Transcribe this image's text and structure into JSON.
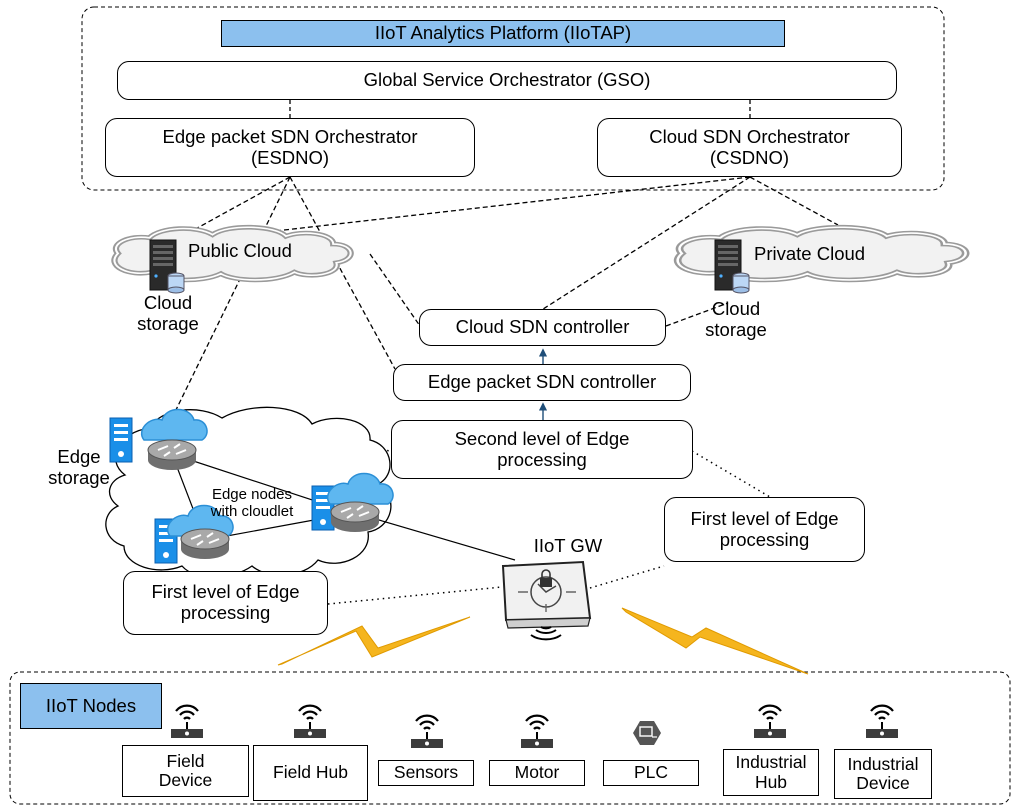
{
  "orchestration": {
    "platform": "IIoT Analytics Platform (IIoTAP)",
    "gso": "Global Service Orchestrator (GSO)",
    "esdno": [
      "Edge packet SDN Orchestrator",
      "(ESDNO)"
    ],
    "csdno": [
      "Cloud SDN Orchestrator",
      "(CSDNO)"
    ]
  },
  "clouds": {
    "public": {
      "title": "Public Cloud",
      "storage": [
        "Cloud",
        "storage"
      ]
    },
    "private": {
      "title": "Private Cloud",
      "storage": [
        "Cloud",
        "storage"
      ]
    }
  },
  "controllers": {
    "cloud": "Cloud SDN controller",
    "edge": "Edge packet SDN controller",
    "second_level": [
      "Second level of Edge",
      "processing"
    ],
    "first_level_right": [
      "First level of Edge",
      "processing"
    ],
    "first_level_left": [
      "First level of Edge",
      "processing"
    ]
  },
  "edge": {
    "storage": [
      "Edge",
      "storage"
    ],
    "nodes": [
      "Edge nodes",
      "with cloudlet"
    ]
  },
  "gateway": {
    "label": "IIoT GW"
  },
  "iiot_nodes": {
    "title": "IIoT Nodes",
    "devices": [
      {
        "label": [
          "Field",
          "Device"
        ],
        "icon": "wifi-icon"
      },
      {
        "label": [
          "Field Hub"
        ],
        "icon": "wifi-icon"
      },
      {
        "label": [
          "Sensors"
        ],
        "icon": "wifi-icon"
      },
      {
        "label": [
          "Motor"
        ],
        "icon": "wifi-icon"
      },
      {
        "label": [
          "PLC"
        ],
        "icon": "plc-icon"
      },
      {
        "label": [
          "Industrial",
          "Hub"
        ],
        "icon": "wifi-icon"
      },
      {
        "label": [
          "Industrial",
          "Device"
        ],
        "icon": "wifi-icon"
      }
    ]
  },
  "colors": {
    "header_fill": "#8cc0ee",
    "lightning": "#f5b51e",
    "edge_storage": "#1a8fe8",
    "arrow": "#1f4e79",
    "line": "#000000"
  }
}
